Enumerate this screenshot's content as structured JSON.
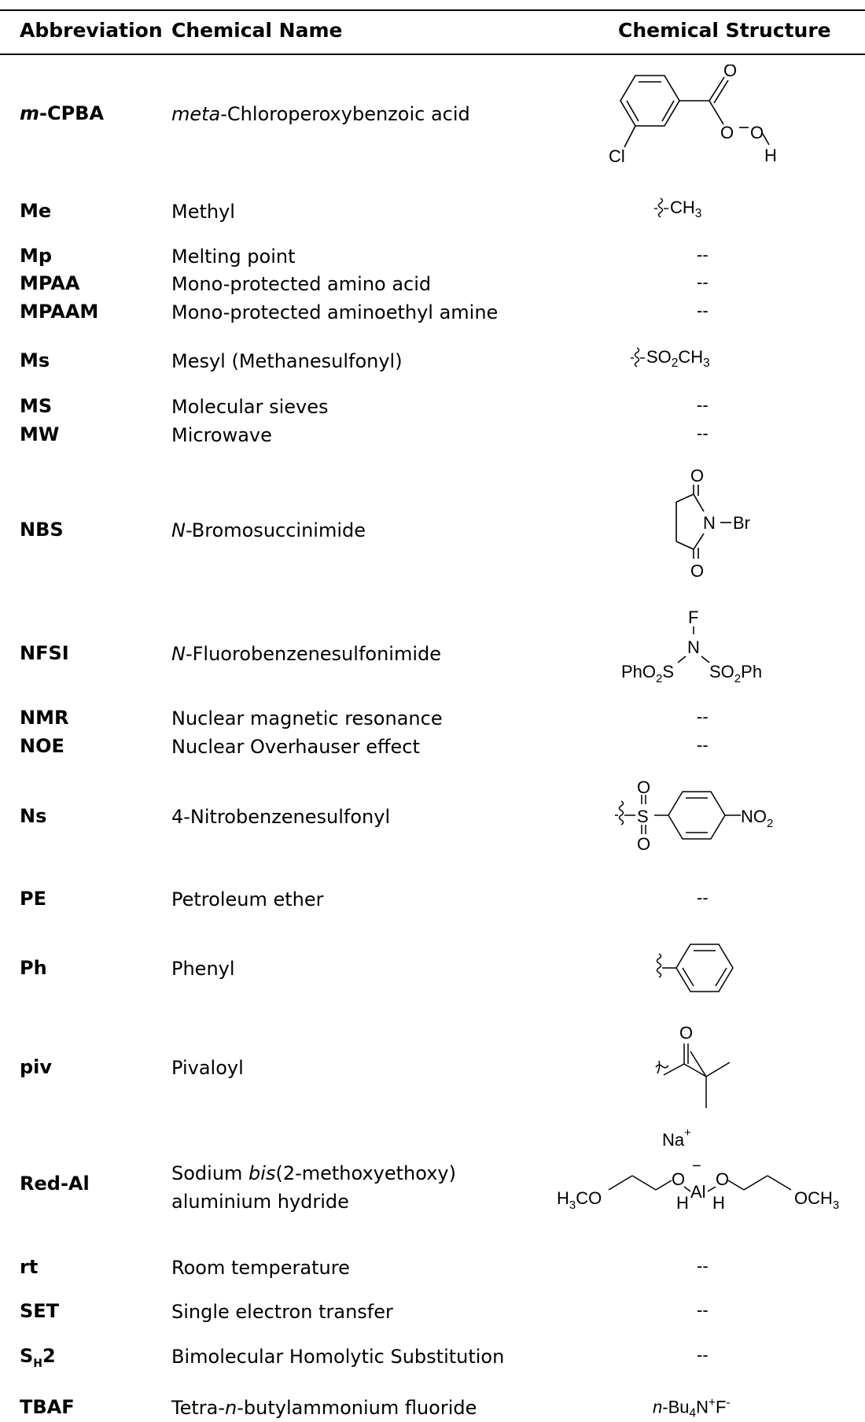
{
  "table": {
    "headers": {
      "abbreviation": "Abbreviation",
      "chemical_name": "Chemical Name",
      "chemical_structure": "Chemical Structure"
    },
    "rows": [
      {
        "abbr_prefix": "m",
        "abbr": "-CPBA",
        "name_prefix": "meta",
        "name": "-Chloroperoxybenzoic acid",
        "structure": "svg"
      },
      {
        "abbr": "Me",
        "name": "Methyl",
        "structure": "text",
        "struct_text": "CH"
      },
      {
        "abbr": "Mp",
        "name": "Melting point",
        "structure": "--"
      },
      {
        "abbr": "MPAA",
        "name": "Mono-protected amino acid",
        "structure": "--"
      },
      {
        "abbr": "MPAAM",
        "name": "Mono-protected aminoethyl amine",
        "structure": "--"
      },
      {
        "abbr": "Ms",
        "name": "Mesyl (Methanesulfonyl)",
        "structure": "text",
        "struct_text": "SO2CH3"
      },
      {
        "abbr": "MS",
        "name": "Molecular sieves",
        "structure": "--"
      },
      {
        "abbr": "MW",
        "name": "Microwave",
        "structure": "--"
      },
      {
        "abbr": "NBS",
        "name_prefix": "N",
        "name": "-Bromosuccinimide",
        "structure": "svg"
      },
      {
        "abbr": "NFSI",
        "name_prefix": "N",
        "name": "-Fluorobenzenesulfonimide",
        "structure": "svg"
      },
      {
        "abbr": "NMR",
        "name": "Nuclear magnetic resonance",
        "structure": "--"
      },
      {
        "abbr": "NOE",
        "name": "Nuclear Overhauser effect",
        "structure": "--"
      },
      {
        "abbr": "Ns",
        "name": "4-Nitrobenzenesulfonyl",
        "structure": "svg"
      },
      {
        "abbr": "PE",
        "name": "Petroleum ether",
        "structure": "--"
      },
      {
        "abbr": "Ph",
        "name": "Phenyl",
        "structure": "svg"
      },
      {
        "abbr": "piv",
        "name": "Pivaloyl",
        "structure": "svg"
      },
      {
        "abbr": "Red-Al",
        "name_line1_a": "Sodium ",
        "name_line1_i": "bis",
        "name_line1_b": "(2-methoxyethoxy)",
        "name_line2": "aluminium hydride",
        "structure": "svg"
      },
      {
        "abbr": "rt",
        "name": "Room temperature",
        "structure": "--"
      },
      {
        "abbr": "SET",
        "name": "Single electron transfer",
        "structure": "--"
      },
      {
        "abbr": "SH2",
        "name": "Bimolecular Homolytic Substitution",
        "structure": "--"
      },
      {
        "abbr": "TBAF",
        "name_a": "Tetra-",
        "name_i": "n",
        "name_b": "-butylammonium fluoride",
        "structure": "text"
      }
    ]
  },
  "labels": {
    "dash": "--",
    "O": "O",
    "H": "H",
    "Cl": "Cl",
    "N": "N",
    "Br": "Br",
    "F": "F",
    "S": "S",
    "Na": "Na",
    "Al": "Al",
    "plus": "+",
    "minus": "−",
    "CH": "CH",
    "three": "3",
    "two": "2",
    "four": "4",
    "SO": "SO",
    "PhO": "PhO",
    "Ph": "Ph",
    "NO": "NO",
    "H3CO_a": "H",
    "H3CO_b": "CO",
    "OCH3": "OCH",
    "tbaf_n": "n",
    "tbaf_bu": "-Bu",
    "tbaf_n2": "N",
    "tbaf_f": "F",
    "minus_small": "-",
    "S_letter": "S",
    "H_sub": "H",
    "two_big": "2"
  }
}
